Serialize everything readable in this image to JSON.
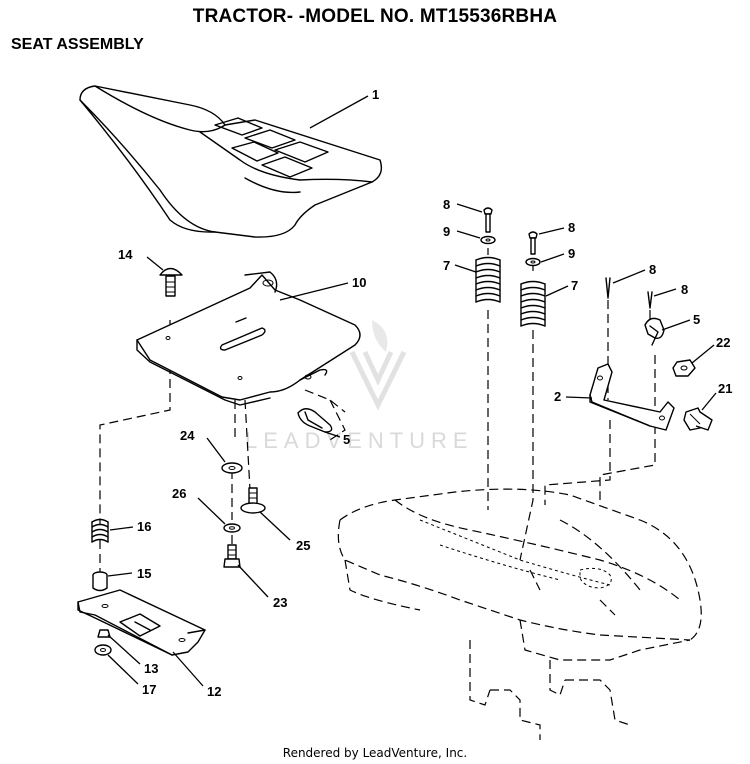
{
  "header": {
    "title": "TRACTOR- -MODEL NO. MT15536RBHA",
    "section": "SEAT ASSEMBLY"
  },
  "watermark": {
    "text": "LEADVENTURE"
  },
  "footer": {
    "credit": "Rendered by LeadVenture, Inc."
  },
  "callouts": {
    "seat": "1",
    "seat_pan": "10",
    "carriage_bolt": "14",
    "flat_washer_24": "24",
    "hairpin_left": "5",
    "washer_26": "26",
    "bolt_25": "25",
    "spring_16": "16",
    "spacer_15": "15",
    "bolt_23": "23",
    "seat_bracket": "12",
    "nut_13": "13",
    "washer_17": "17",
    "pin_8a": "8",
    "washer_9a": "9",
    "spring_7a": "7",
    "pin_8b": "8",
    "washer_9b": "9",
    "spring_7b": "7",
    "pin_8c": "8",
    "pin_8d": "8",
    "hairpin_right": "5",
    "nut_22": "22",
    "pivot_bracket": "2",
    "bolt_21": "21"
  },
  "colors": {
    "ink": "#000000",
    "watermark": "#d9d9d9",
    "background": "#ffffff"
  }
}
